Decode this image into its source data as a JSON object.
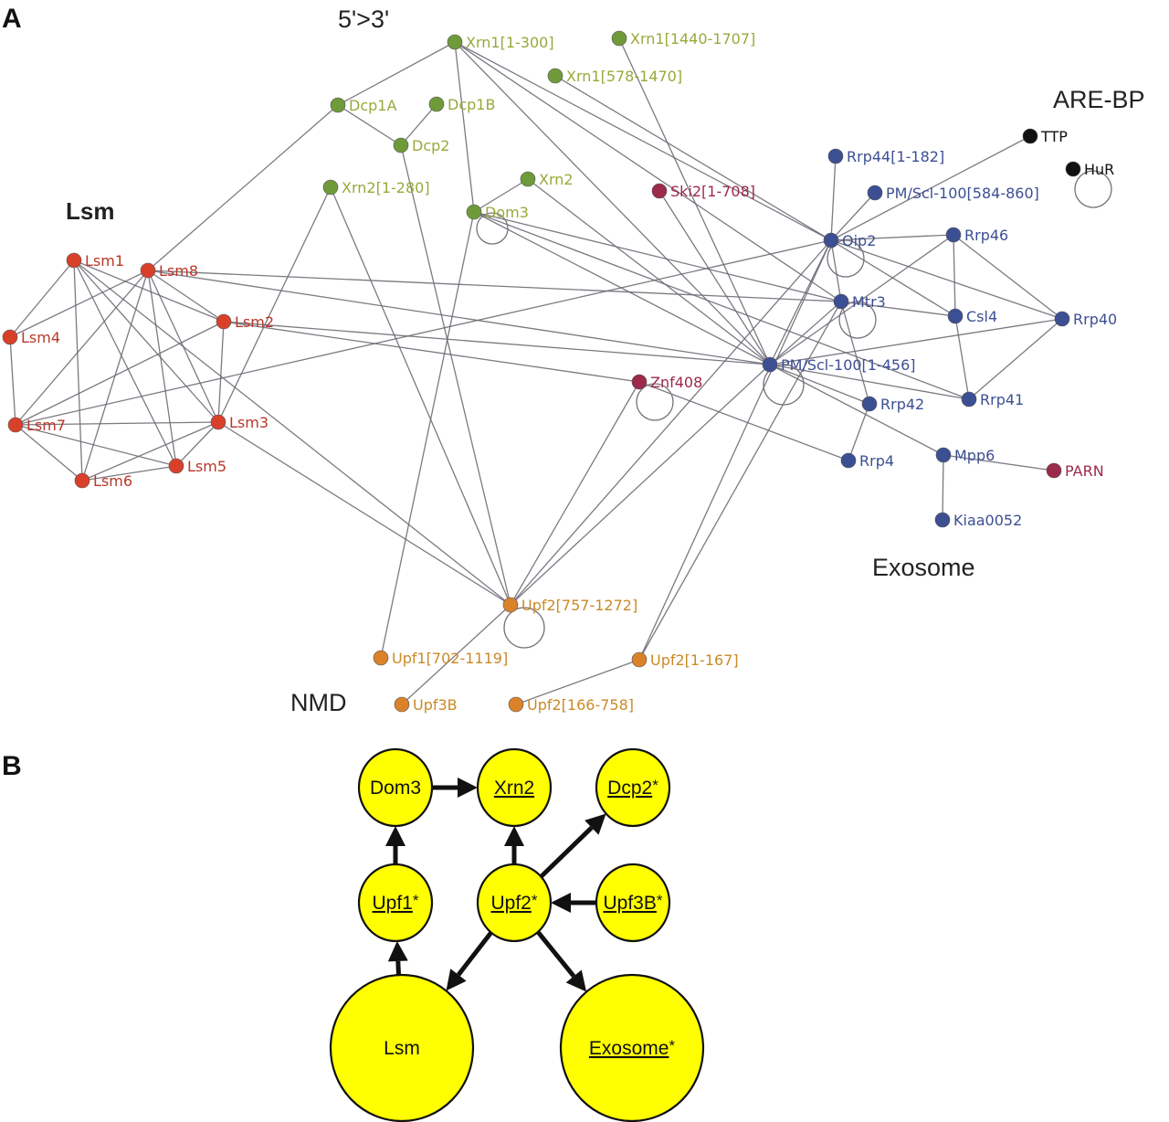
{
  "panel_a": {
    "label": "A",
    "groups": [
      {
        "id": "g53",
        "text": "5'>3'",
        "bold": false
      },
      {
        "id": "gare",
        "text": "ARE-BP",
        "bold": false
      },
      {
        "id": "glsm",
        "text": "Lsm",
        "bold": true
      },
      {
        "id": "gexo",
        "text": "Exosome",
        "bold": false
      },
      {
        "id": "gnmd",
        "text": "NMD",
        "bold": false
      }
    ],
    "colors": {
      "decay_5to3": "#6f9a3a",
      "decay_5to3_text": "#9aa83a",
      "lsm": "#d9402a",
      "lsm_text": "#b8382a",
      "exosome": "#3c4f93",
      "exosome_text": "#3c4f93",
      "other_red": "#9c2a4a",
      "nmd": "#d9822a",
      "nmd_text": "#c98a26",
      "are_bp": "#111111"
    },
    "nodes": [
      {
        "id": "xrn1a",
        "label": "Xrn1[1-300]",
        "cls": "decay_5to3"
      },
      {
        "id": "xrn1c",
        "label": "Xrn1[1440-1707]",
        "cls": "decay_5to3"
      },
      {
        "id": "xrn1b",
        "label": "Xrn1[578-1470]",
        "cls": "decay_5to3"
      },
      {
        "id": "dcp1a",
        "label": "Dcp1A",
        "cls": "decay_5to3"
      },
      {
        "id": "dcp1b",
        "label": "Dcp1B",
        "cls": "decay_5to3"
      },
      {
        "id": "dcp2",
        "label": "Dcp2",
        "cls": "decay_5to3"
      },
      {
        "id": "xrn2f",
        "label": "Xrn2[1-280]",
        "cls": "decay_5to3"
      },
      {
        "id": "xrn2",
        "label": "Xrn2",
        "cls": "decay_5to3"
      },
      {
        "id": "dom3",
        "label": "Dom3",
        "cls": "decay_5to3",
        "loop": true
      },
      {
        "id": "ski2",
        "label": "Ski2[1-708]",
        "cls": "other_red"
      },
      {
        "id": "lsm1",
        "label": "Lsm1",
        "cls": "lsm"
      },
      {
        "id": "lsm8",
        "label": "Lsm8",
        "cls": "lsm"
      },
      {
        "id": "lsm4",
        "label": "Lsm4",
        "cls": "lsm"
      },
      {
        "id": "lsm2",
        "label": "Lsm2",
        "cls": "lsm"
      },
      {
        "id": "lsm7",
        "label": "Lsm7",
        "cls": "lsm"
      },
      {
        "id": "lsm3",
        "label": "Lsm3",
        "cls": "lsm"
      },
      {
        "id": "lsm5",
        "label": "Lsm5",
        "cls": "lsm"
      },
      {
        "id": "lsm6",
        "label": "Lsm6",
        "cls": "lsm"
      },
      {
        "id": "ttp",
        "label": "TTP",
        "cls": "are_bp"
      },
      {
        "id": "hur",
        "label": "HuR",
        "cls": "are_bp",
        "loop": true
      },
      {
        "id": "rrp44",
        "label": "Rrp44[1-182]",
        "cls": "exosome"
      },
      {
        "id": "pmscl2",
        "label": "PM/Scl-100[584-860]",
        "cls": "exosome"
      },
      {
        "id": "oip2",
        "label": "Oip2",
        "cls": "exosome",
        "loop": true
      },
      {
        "id": "rrp46",
        "label": "Rrp46",
        "cls": "exosome"
      },
      {
        "id": "mtr3",
        "label": "Mtr3",
        "cls": "exosome",
        "loop": true
      },
      {
        "id": "csl4",
        "label": "Csl4",
        "cls": "exosome"
      },
      {
        "id": "rrp40",
        "label": "Rrp40",
        "cls": "exosome"
      },
      {
        "id": "pmscl1",
        "label": "PM/Scl-100[1-456]",
        "cls": "exosome",
        "loop": true
      },
      {
        "id": "rrp42",
        "label": "Rrp42",
        "cls": "exosome"
      },
      {
        "id": "rrp41",
        "label": "Rrp41",
        "cls": "exosome"
      },
      {
        "id": "rrp4",
        "label": "Rrp4",
        "cls": "exosome"
      },
      {
        "id": "mpp6",
        "label": "Mpp6",
        "cls": "exosome"
      },
      {
        "id": "parn",
        "label": "PARN",
        "cls": "other_red"
      },
      {
        "id": "kiaa",
        "label": "Kiaa0052",
        "cls": "exosome"
      },
      {
        "id": "znf408",
        "label": "Znf408",
        "cls": "other_red",
        "loop": true
      },
      {
        "id": "upf2c",
        "label": "Upf2[757-1272]",
        "cls": "nmd",
        "loop": true
      },
      {
        "id": "upf1",
        "label": "Upf1[702-1119]",
        "cls": "nmd"
      },
      {
        "id": "upf2a",
        "label": "Upf2[1-167]",
        "cls": "nmd"
      },
      {
        "id": "upf3b",
        "label": "Upf3B",
        "cls": "nmd"
      },
      {
        "id": "upf2b",
        "label": "Upf2[166-758]",
        "cls": "nmd"
      }
    ],
    "edges": [
      [
        "xrn1a",
        "dcp1a"
      ],
      [
        "xrn1a",
        "dom3"
      ],
      [
        "xrn1a",
        "oip2"
      ],
      [
        "xrn1a",
        "pmscl1"
      ],
      [
        "xrn1a",
        "mtr3"
      ],
      [
        "xrn1c",
        "pmscl1"
      ],
      [
        "xrn1b",
        "oip2"
      ],
      [
        "dcp1a",
        "dcp2"
      ],
      [
        "dcp1a",
        "lsm8"
      ],
      [
        "dcp1b",
        "dcp2"
      ],
      [
        "dcp2",
        "upf2c"
      ],
      [
        "xrn2f",
        "lsm3"
      ],
      [
        "xrn2f",
        "upf2c"
      ],
      [
        "xrn2",
        "dom3"
      ],
      [
        "xrn2",
        "pmscl1"
      ],
      [
        "dom3",
        "pmscl1"
      ],
      [
        "dom3",
        "mtr3"
      ],
      [
        "dom3",
        "upf1"
      ],
      [
        "dom3",
        "rrp41"
      ],
      [
        "ski2",
        "pmscl1"
      ],
      [
        "lsm1",
        "lsm4"
      ],
      [
        "lsm1",
        "lsm6"
      ],
      [
        "lsm1",
        "lsm2"
      ],
      [
        "lsm1",
        "lsm3"
      ],
      [
        "lsm1",
        "lsm5"
      ],
      [
        "lsm8",
        "lsm4"
      ],
      [
        "lsm8",
        "lsm2"
      ],
      [
        "lsm8",
        "lsm3"
      ],
      [
        "lsm8",
        "lsm6"
      ],
      [
        "lsm8",
        "lsm7"
      ],
      [
        "lsm8",
        "lsm5"
      ],
      [
        "lsm8",
        "mtr3"
      ],
      [
        "lsm8",
        "pmscl1"
      ],
      [
        "lsm4",
        "lsm7"
      ],
      [
        "lsm2",
        "lsm7"
      ],
      [
        "lsm2",
        "lsm3"
      ],
      [
        "lsm2",
        "znf408"
      ],
      [
        "lsm2",
        "pmscl1"
      ],
      [
        "lsm7",
        "lsm3"
      ],
      [
        "lsm7",
        "lsm6"
      ],
      [
        "lsm7",
        "lsm5"
      ],
      [
        "lsm7",
        "oip2"
      ],
      [
        "lsm3",
        "lsm6"
      ],
      [
        "lsm3",
        "lsm5"
      ],
      [
        "lsm3",
        "upf2c"
      ],
      [
        "lsm6",
        "lsm5"
      ],
      [
        "lsm1",
        "upf2c"
      ],
      [
        "ttp",
        "oip2"
      ],
      [
        "rrp44",
        "oip2"
      ],
      [
        "pmscl2",
        "oip2"
      ],
      [
        "oip2",
        "rrp46"
      ],
      [
        "oip2",
        "mtr3"
      ],
      [
        "oip2",
        "csl4"
      ],
      [
        "oip2",
        "rrp40"
      ],
      [
        "oip2",
        "pmscl1"
      ],
      [
        "oip2",
        "upf2c"
      ],
      [
        "oip2",
        "upf2a"
      ],
      [
        "rrp46",
        "csl4"
      ],
      [
        "rrp46",
        "rrp40"
      ],
      [
        "rrp46",
        "pmscl1"
      ],
      [
        "mtr3",
        "csl4"
      ],
      [
        "mtr3",
        "rrp42"
      ],
      [
        "mtr3",
        "pmscl1"
      ],
      [
        "mtr3",
        "upf2a"
      ],
      [
        "csl4",
        "rrp41"
      ],
      [
        "rrp40",
        "rrp41"
      ],
      [
        "rrp40",
        "pmscl1"
      ],
      [
        "pmscl1",
        "rrp41"
      ],
      [
        "pmscl1",
        "rrp42"
      ],
      [
        "pmscl1",
        "mpp6"
      ],
      [
        "pmscl1",
        "upf2c"
      ],
      [
        "rrp42",
        "rrp4"
      ],
      [
        "znf408",
        "rrp4"
      ],
      [
        "znf408",
        "upf2c"
      ],
      [
        "mpp6",
        "parn"
      ],
      [
        "mpp6",
        "kiaa"
      ],
      [
        "upf2c",
        "upf3b"
      ],
      [
        "upf2a",
        "upf2b"
      ]
    ]
  },
  "panel_b": {
    "label": "B",
    "node_color": "#ffff00",
    "nodes": [
      {
        "id": "dom3",
        "text": "Dom3",
        "underline": false,
        "star": false
      },
      {
        "id": "xrn2",
        "text": "Xrn2",
        "underline": true,
        "star": false
      },
      {
        "id": "dcp2",
        "text": "Dcp2",
        "underline": true,
        "star": true
      },
      {
        "id": "upf1",
        "text": "Upf1",
        "underline": true,
        "star": true
      },
      {
        "id": "upf2",
        "text": "Upf2",
        "underline": true,
        "star": true
      },
      {
        "id": "upf3b",
        "text": "Upf3B",
        "underline": true,
        "star": true
      },
      {
        "id": "lsm",
        "text": "Lsm",
        "underline": false,
        "star": false
      },
      {
        "id": "exosome",
        "text": "Exosome",
        "underline": true,
        "star": true
      }
    ],
    "star_text": "*",
    "arrows": [
      [
        "dom3",
        "xrn2"
      ],
      [
        "upf1",
        "dom3"
      ],
      [
        "upf2",
        "xrn2"
      ],
      [
        "upf2",
        "dcp2"
      ],
      [
        "upf3b",
        "upf2"
      ],
      [
        "lsm",
        "upf1"
      ],
      [
        "upf2",
        "lsm"
      ],
      [
        "upf2",
        "exosome"
      ]
    ]
  }
}
